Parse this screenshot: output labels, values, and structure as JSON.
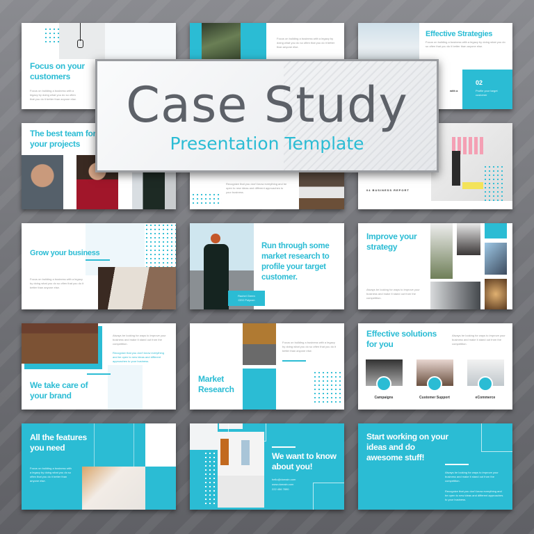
{
  "hero": {
    "title": "Case Study",
    "subtitle": "Presentation Template"
  },
  "accent_color": "#2bbcd4",
  "slides": [
    {
      "heading": "Focus on your customers",
      "body": "Focus on building a business with a legacy by doing what you do so often that you do it better than anyone else."
    },
    {
      "body": "Focus on building a business with a legacy by doing what you do so often that you do it better than anyone else."
    },
    {
      "heading": "Effective Strategies",
      "body": "Focus on building a business with a legacy by doing what you do so often that you do it better than anyone else.",
      "fragment": "with a",
      "number": "02",
      "caption": "Profile your target customer"
    },
    {
      "heading": "The best team for your projects"
    },
    {
      "body": "Recognize that you don't know everything and be open to new ideas and different approaches to your business."
    },
    {
      "label": "04 BUSINESS REPORT"
    },
    {
      "heading": "Grow your business",
      "body": "Focus on building a business with a legacy by doing what you do so often that you do it better than anyone else."
    },
    {
      "heading": "Run through some market research to profile your target customer.",
      "name": "Rachel Green",
      "role": "CEO Polycon"
    },
    {
      "heading": "Improve your strategy",
      "body": "Always be looking for ways to improve your business and make it stand out from the competition."
    },
    {
      "heading": "We take care of your brand",
      "body": "Always be looking for ways to improve your business and make it stand out from the competition.",
      "body2": "Recognize that you don't know everything and be open to new ideas and different approaches to your business."
    },
    {
      "heading": "Market Research",
      "body": "Focus on building a business with a legacy by doing what you do so often that you do it better than anyone else."
    },
    {
      "heading": "Effective solutions for you",
      "body": "Always be looking for ways to improve your business and make it stand out from the competition.",
      "items": [
        "Campaigns",
        "Customer Support",
        "eCommerce"
      ]
    },
    {
      "heading": "All the features you need",
      "body": "Focus on building a business with a legacy by doing what you do so often that you do it better than anyone else."
    },
    {
      "heading": "We want to know about you!",
      "contact": [
        "hello@domain.com",
        "www.domain.com",
        "222 456 7890"
      ]
    },
    {
      "heading": "Start working on your ideas and do awesome stuff!",
      "body": "Always be looking for ways to improve your business and make it stand out from the competition.",
      "body2": "Recognize that you don't know everything and be open to new ideas and different approaches to your business."
    }
  ]
}
